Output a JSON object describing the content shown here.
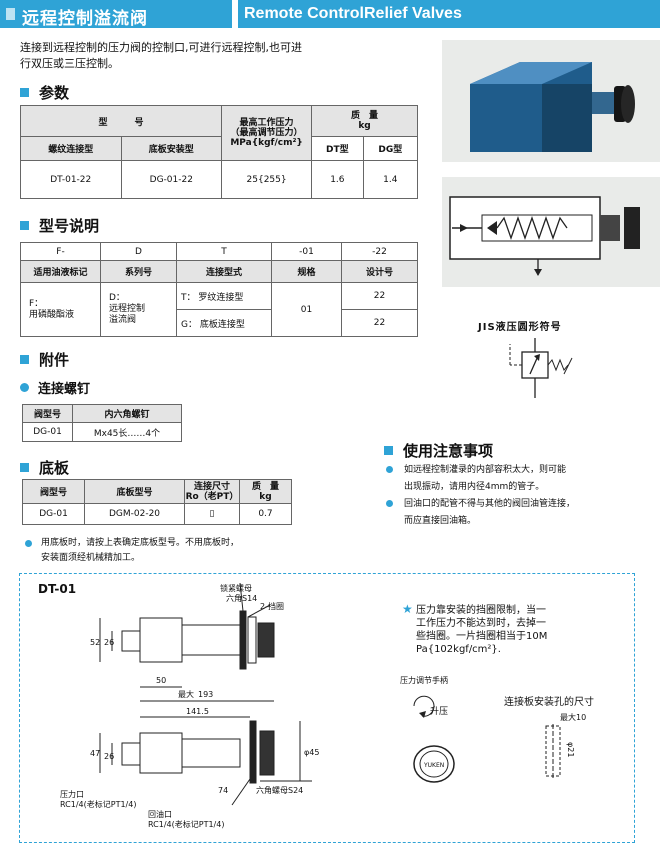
{
  "header": {
    "cn_title": "远程控制溢流阀",
    "en_title": "Remote ControlRelief Valves"
  },
  "intro": {
    "line1": "连接到远程控制的压力阀的控制口,可进行远程控制,也可进",
    "line2": "行双压或三压控制。"
  },
  "sections": {
    "params": "参数",
    "model": "型号说明",
    "accessories": "附件",
    "screws": "连接螺钉",
    "base": "底板",
    "usage": "使用注意事项"
  },
  "params": {
    "h_model": "型　　　号",
    "h_pressure": "最高工作压力\n（最高调节压力）\nMPa{kgf/cm²}",
    "h_mass": "质　量\nkg",
    "h_thread": "螺纹连接型",
    "h_plate": "底板安装型",
    "h_dt": "DT型",
    "h_dg": "DG型",
    "row": {
      "thread": "DT-01-22",
      "plate": "DG-01-22",
      "pressure": "25{255}",
      "dt": "1.6",
      "dg": "1.4"
    }
  },
  "model": {
    "codes": [
      "F-",
      "D",
      "T",
      "-01",
      "-22"
    ],
    "labels": [
      "适用油液标记",
      "系列号",
      "连接型式",
      "规格",
      "设计号"
    ],
    "fluid": "F：\n用磷酸酯液",
    "series": "D：\n远程控制\n溢流阀",
    "conn1": "T：  罗纹连接型",
    "conn2": "G：  底板连接型",
    "size": "01",
    "design1": "22",
    "design2": "22"
  },
  "jis": {
    "title": "JIS液压圆形符号"
  },
  "screws": {
    "h1": "阀型号",
    "h2": "内六角螺钉",
    "v1": "DG-01",
    "v2": "Mx45长……4个"
  },
  "base": {
    "h1": "阀型号",
    "h2": "底板型号",
    "h3": "连接尺寸\nRo（老PT）",
    "h4": "质　量\nkg",
    "v1": "DG-01",
    "v2": "DGM-02-20",
    "v3": "▯",
    "v4": "0.7"
  },
  "base_note": {
    "line1": "用底板时，请按上表确定底板型号。不用底板时，",
    "line2": "安装面须经机械精加工。"
  },
  "usage": {
    "item1a": "如远程控制灌录的内部容积太大，则可能",
    "item1b": "出现振动，请用内径4mm的管子。",
    "item2a": "回油口的配管不得与其他的阀回油管连接，",
    "item2b": "而应直接回油箱。"
  },
  "drawing": {
    "title": "DT-01",
    "lock_nut": "锁紧螺母",
    "hex_s14": "六角S14",
    "block2": "2-挡圈",
    "d52": "52",
    "d26": "26",
    "d50": "50",
    "max": "最大",
    "d193": "193",
    "d141": "141.5",
    "d47": "47",
    "d26b": "26",
    "d74": "74",
    "d45": "φ45",
    "hex_s24": "六角螺母S24",
    "p_port": "压力口",
    "p_rc": "RC1/4(老标记PT1/4)",
    "t_port": "回油口",
    "t_rc": "RC1/4(老标记PT1/4)",
    "star": "★",
    "note1": "压力靠安装的挡圈限制，当一",
    "note2": "工作压力不能达到时，去掉一",
    "note3": "些挡圈。一片挡圈相当于10M",
    "note4": "Pa{102kgf/cm²}.",
    "handle": "压力调节手柄",
    "up": "升压",
    "knob": "YUKEN",
    "plate_t": "连接板安装孔的尺寸",
    "max10": "最大10",
    "d21": "φ21"
  }
}
